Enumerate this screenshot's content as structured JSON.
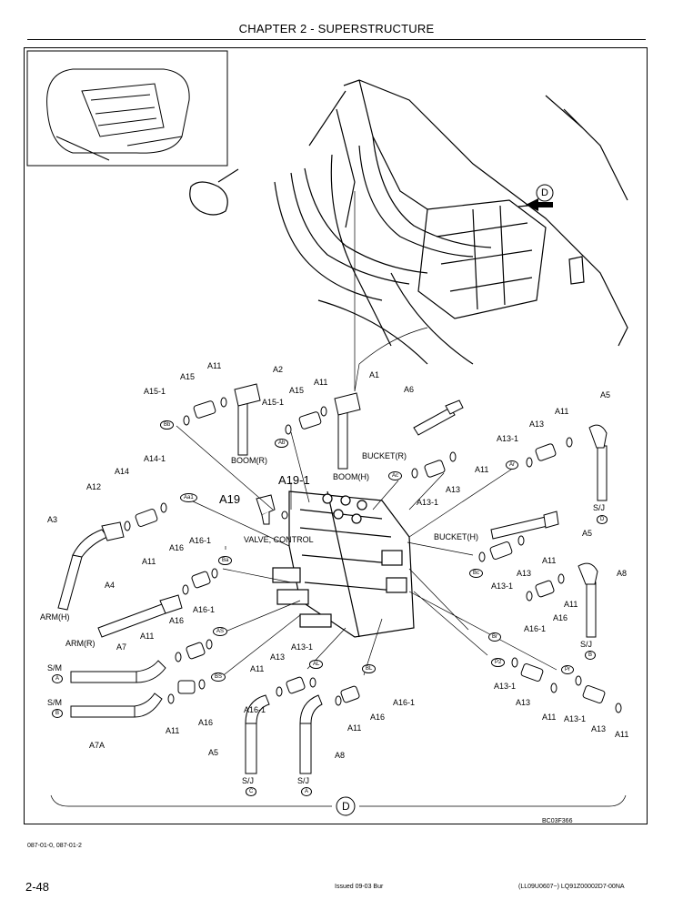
{
  "header": {
    "chapter": "CHAPTER 2 - SUPERSTRUCTURE"
  },
  "view_marker": "D",
  "labels": {
    "A1": "A1",
    "A2": "A2",
    "A3": "A3",
    "A4": "A4",
    "A5": "A5",
    "A6": "A6",
    "A7": "A7",
    "A7A": "A7A",
    "A8": "A8",
    "A11": "A11",
    "A12": "A12",
    "A13": "A13",
    "A13_1": "A13-1",
    "A14": "A14",
    "A14_1": "A14-1",
    "A15": "A15",
    "A15_1": "A15-1",
    "A16": "A16",
    "A16_1": "A16-1",
    "A19": "A19",
    "A19_1": "A19-1",
    "boom_r": "BOOM(R)",
    "boom_h": "BOOM(H)",
    "bucket_r": "BUCKET(R)",
    "bucket_h": "BUCKET(H)",
    "arm_h": "ARM(H)",
    "arm_r": "ARM(R)",
    "valve_control": "VALVE, CONTROL",
    "sm": "S/M",
    "sj": "S/J"
  },
  "port_tags": [
    "Bb",
    "Ab",
    "Aa1",
    "Ac",
    "Ar",
    "Ba",
    "Bc",
    "AS",
    "Br",
    "BS",
    "AL",
    "BL",
    "P2",
    "Pr"
  ],
  "circle_letters": [
    "A",
    "B",
    "C",
    "D"
  ],
  "figure_id": "BC03F366",
  "footer": {
    "ref": "087-01-0, 087-01-2",
    "page": "2-48",
    "issued": "Issued 09-03   Bur",
    "codes": "(LL09U0607~)   LQ91Z00002D7-00NA"
  }
}
